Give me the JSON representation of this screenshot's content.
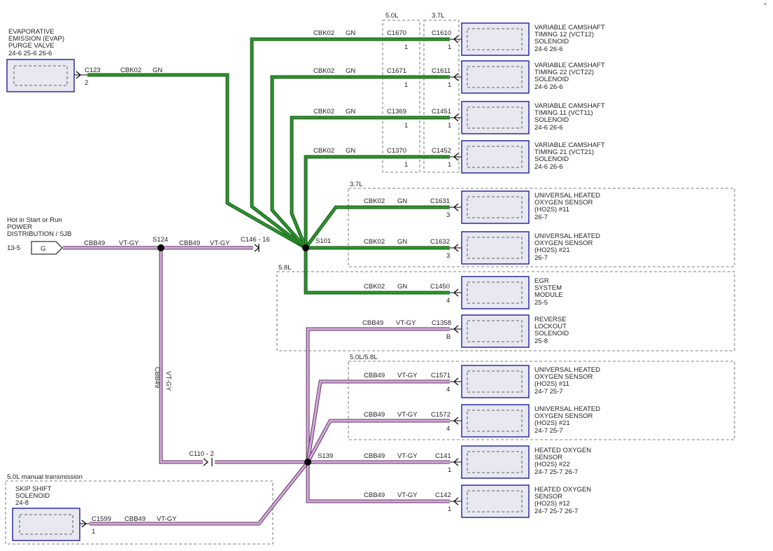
{
  "corner_mark": "°",
  "evap": {
    "title1": "EVAPORATIVE",
    "title2": "EMISSION (EVAP)",
    "title3": "PURGE VALVE",
    "refs": "24-6   25-6   26-6",
    "connector": "C123",
    "pin": "2",
    "circuit": "CBK02",
    "color": "GN"
  },
  "power": {
    "line1": "Hot in Start or Run",
    "line2": "POWER",
    "line3": "DISTRIBUTION / SJB",
    "ref": "13-5",
    "pin": "G",
    "circuit": "CBB49",
    "color": "VT-GY"
  },
  "splices": {
    "s124": "S124",
    "s101": "S101",
    "s139": "S139"
  },
  "inline": {
    "c146": "C146 - 16",
    "c110": "C110 - 2",
    "vertical_circuit": "CBB49",
    "vertical_color": "VT-GY"
  },
  "engine_labels": {
    "l50": "5.0L",
    "l37": "3.7L",
    "l37b": "3.7L",
    "l58": "5.8L",
    "l5058": "5.0L/5.8L",
    "manual": "5.0L manual transmission"
  },
  "vct": [
    {
      "circuit": "CBK02",
      "color": "GN",
      "c50": "C1670",
      "c37": "C1610",
      "pin50": "1",
      "pin37": "1",
      "t1": "VARIABLE CAMSHAFT",
      "t2": "TIMING 12 (VCT12)",
      "t3": "SOLENOID",
      "refs": "24-6   26-6"
    },
    {
      "circuit": "CBK02",
      "color": "GN",
      "c50": "C1671",
      "c37": "C1611",
      "pin50": "1",
      "pin37": "1",
      "t1": "VARIABLE CAMSHAFT",
      "t2": "TIMING 22 (VCT22)",
      "t3": "SOLENOID",
      "refs": "24-6   26-6"
    },
    {
      "circuit": "CBK02",
      "color": "GN",
      "c50": "C1369",
      "c37": "C1451",
      "pin50": "1",
      "pin37": "1",
      "t1": "VARIABLE CAMSHAFT",
      "t2": "TIMING 11 (VCT11)",
      "t3": "SOLENOID",
      "refs": "24-6   26-6"
    },
    {
      "circuit": "CBK02",
      "color": "GN",
      "c50": "C1370",
      "c37": "C1452",
      "pin50": "1",
      "pin37": "1",
      "t1": "VARIABLE CAMSHAFT",
      "t2": "TIMING 21 (VCT21)",
      "t3": "SOLENOID",
      "refs": "24-6   26-6"
    }
  ],
  "ho2s37": [
    {
      "circuit": "CBK02",
      "color": "GN",
      "conn": "C1631",
      "pin": "3",
      "t1": "UNIVERSAL HEATED",
      "t2": "OXYGEN SENSOR",
      "t3": "(HO2S) #11",
      "refs": "26-7"
    },
    {
      "circuit": "CBK02",
      "color": "GN",
      "conn": "C1632",
      "pin": "3",
      "t1": "UNIVERSAL HEATED",
      "t2": "OXYGEN SENSOR",
      "t3": "(HO2S) #21",
      "refs": "26-7"
    }
  ],
  "egr": {
    "circuit": "CBK02",
    "color": "GN",
    "conn": "C1450",
    "pin": "4",
    "t1": "EGR",
    "t2": "SYSTEM",
    "t3": "MODULE",
    "refs": "25-5"
  },
  "reverse": {
    "circuit": "CBB49",
    "color": "VT-GY",
    "conn": "C1358",
    "pin": "B",
    "t1": "REVERSE",
    "t2": "LOCKOUT",
    "t3": "SOLENOID",
    "refs": "25-8"
  },
  "ho2s5058": [
    {
      "circuit": "CBB49",
      "color": "VT-GY",
      "conn": "C1571",
      "pin": "4",
      "t1": "UNIVERSAL HEATED",
      "t2": "OXYGEN SENSOR",
      "t3": "(HO2S) #11",
      "refs": "24-7   25-7"
    },
    {
      "circuit": "CBB49",
      "color": "VT-GY",
      "conn": "C1572",
      "pin": "4",
      "t1": "UNIVERSAL HEATED",
      "t2": "OXYGEN SENSOR",
      "t3": "(HO2S) #21",
      "refs": "24-7   25-7"
    }
  ],
  "ho2s_heated": [
    {
      "circuit": "CBB49",
      "color": "VT-GY",
      "conn": "C141",
      "pin": "1",
      "t1": "HEATED OXYGEN",
      "t2": "SENSOR",
      "t3": "(HO2S) #22",
      "refs": "24-7   25-7   26-7"
    },
    {
      "circuit": "CBB49",
      "color": "VT-GY",
      "conn": "C142",
      "pin": "1",
      "t1": "HEATED OXYGEN",
      "t2": "SENSOR",
      "t3": "(HO2S) #12",
      "refs": "24-7   25-7   26-7"
    }
  ],
  "skip": {
    "t1": "SKIP SHIFT",
    "t2": "SOLENOID",
    "refs": "24-8",
    "connector": "C1599",
    "pin": "1",
    "circuit": "CBB49",
    "color": "VT-GY"
  }
}
